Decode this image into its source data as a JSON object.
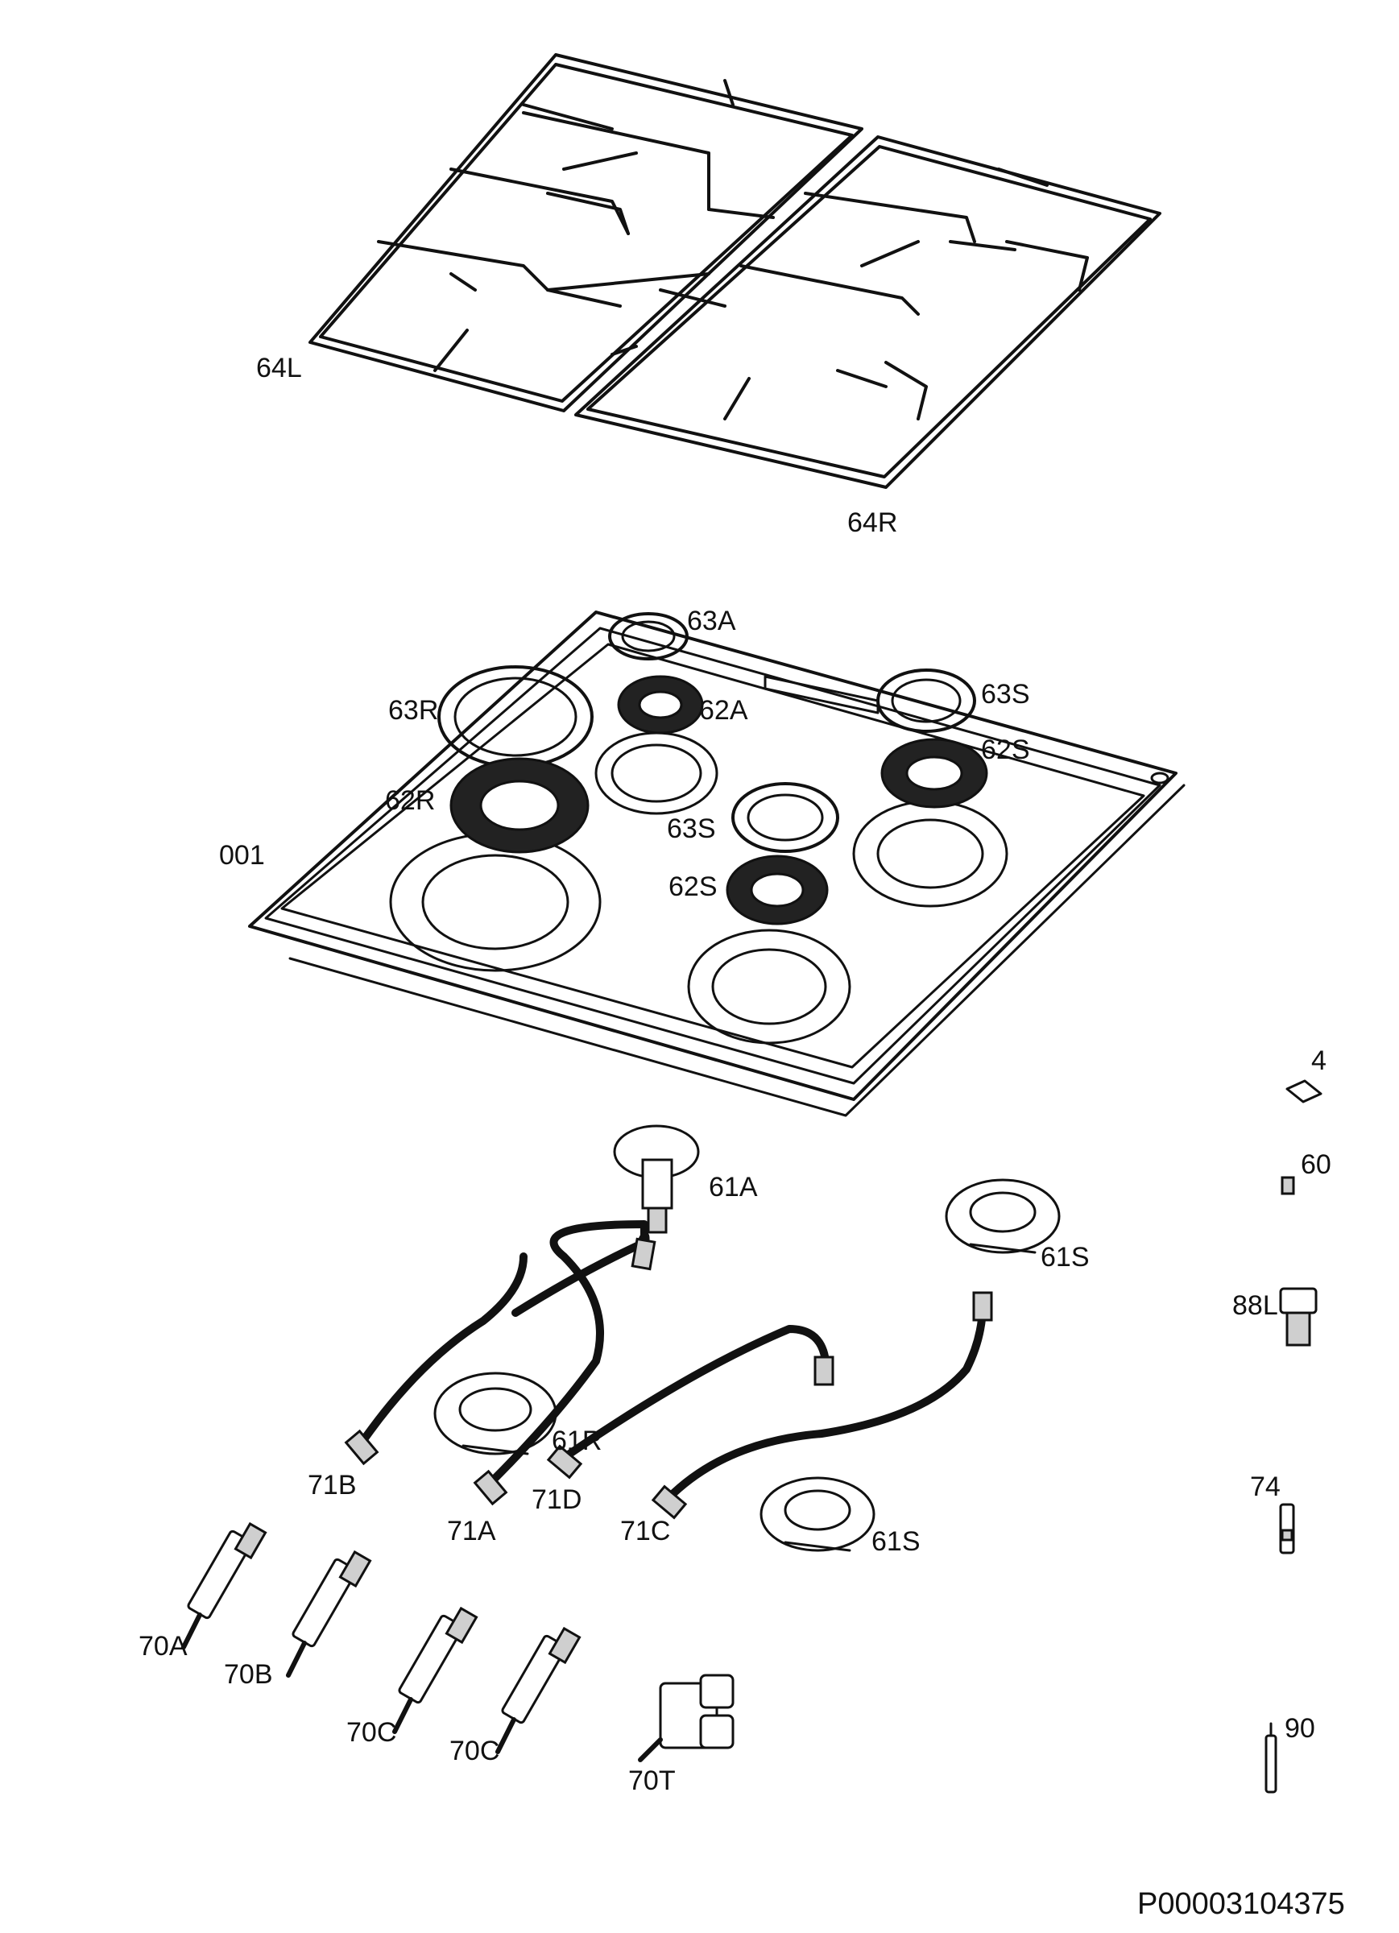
{
  "labels": {
    "grid_left": "64L",
    "grid_right": "64R",
    "cap_aux_top": "63A",
    "cap_rapid": "63R",
    "crown_aux": "62A",
    "cap_semi_top": "63S",
    "crown_semi_right": "62S",
    "crown_rapid": "62R",
    "hob_top": "001",
    "cap_semi_mid": "63S",
    "crown_semi_mid": "62S",
    "clip": "4",
    "screw": "60",
    "base_aux": "61A",
    "base_semi_right": "61S",
    "fitting": "88L",
    "base_rapid": "61R",
    "pipe_b": "71B",
    "pipe_a": "71A",
    "pipe_d": "71D",
    "pipe_c": "71C",
    "base_semi_lower": "61S",
    "thermocouple": "74",
    "tap_a": "70A",
    "tap_b": "70B",
    "tap_c1": "70C",
    "tap_c2": "70C",
    "tap_t": "70T",
    "ignition_plug": "90"
  },
  "reference": "P00003104375"
}
